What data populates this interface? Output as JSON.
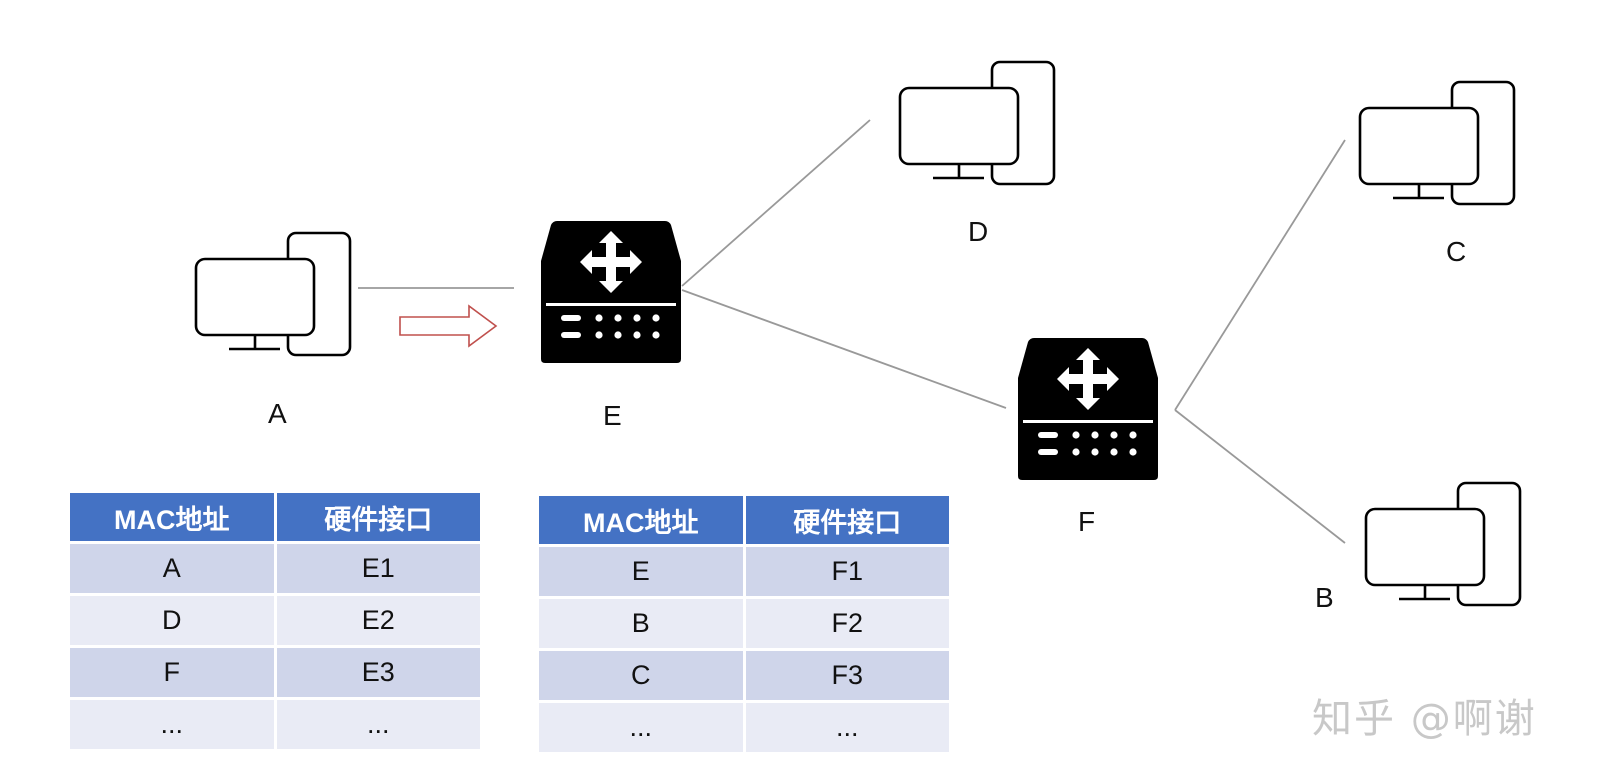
{
  "nodes": {
    "A": {
      "label": "A",
      "type": "computer"
    },
    "D": {
      "label": "D",
      "type": "computer"
    },
    "C": {
      "label": "C",
      "type": "computer"
    },
    "B": {
      "label": "B",
      "type": "computer"
    },
    "E": {
      "label": "E",
      "type": "switch"
    },
    "F": {
      "label": "F",
      "type": "switch"
    }
  },
  "links": [
    [
      "A",
      "E"
    ],
    [
      "E",
      "D"
    ],
    [
      "E",
      "F"
    ],
    [
      "F",
      "C"
    ],
    [
      "F",
      "B"
    ]
  ],
  "arrow": {
    "from": "A",
    "to": "E",
    "color": "#c0504d",
    "icon": "hollow-right-arrow"
  },
  "colors": {
    "header_bg": "#4472c4",
    "row_odd": "#cfd5ea",
    "row_even": "#e9ebf5",
    "link": "#999999"
  },
  "table_e": {
    "headers": [
      "MAC地址",
      "硬件接口"
    ],
    "rows": [
      [
        "A",
        "E1"
      ],
      [
        "D",
        "E2"
      ],
      [
        "F",
        "E3"
      ],
      [
        "...",
        "..."
      ]
    ]
  },
  "table_f": {
    "headers": [
      "MAC地址",
      "硬件接口"
    ],
    "rows": [
      [
        "E",
        "F1"
      ],
      [
        "B",
        "F2"
      ],
      [
        "C",
        "F3"
      ],
      [
        "...",
        "..."
      ]
    ]
  },
  "watermark": "知乎 @啊谢"
}
